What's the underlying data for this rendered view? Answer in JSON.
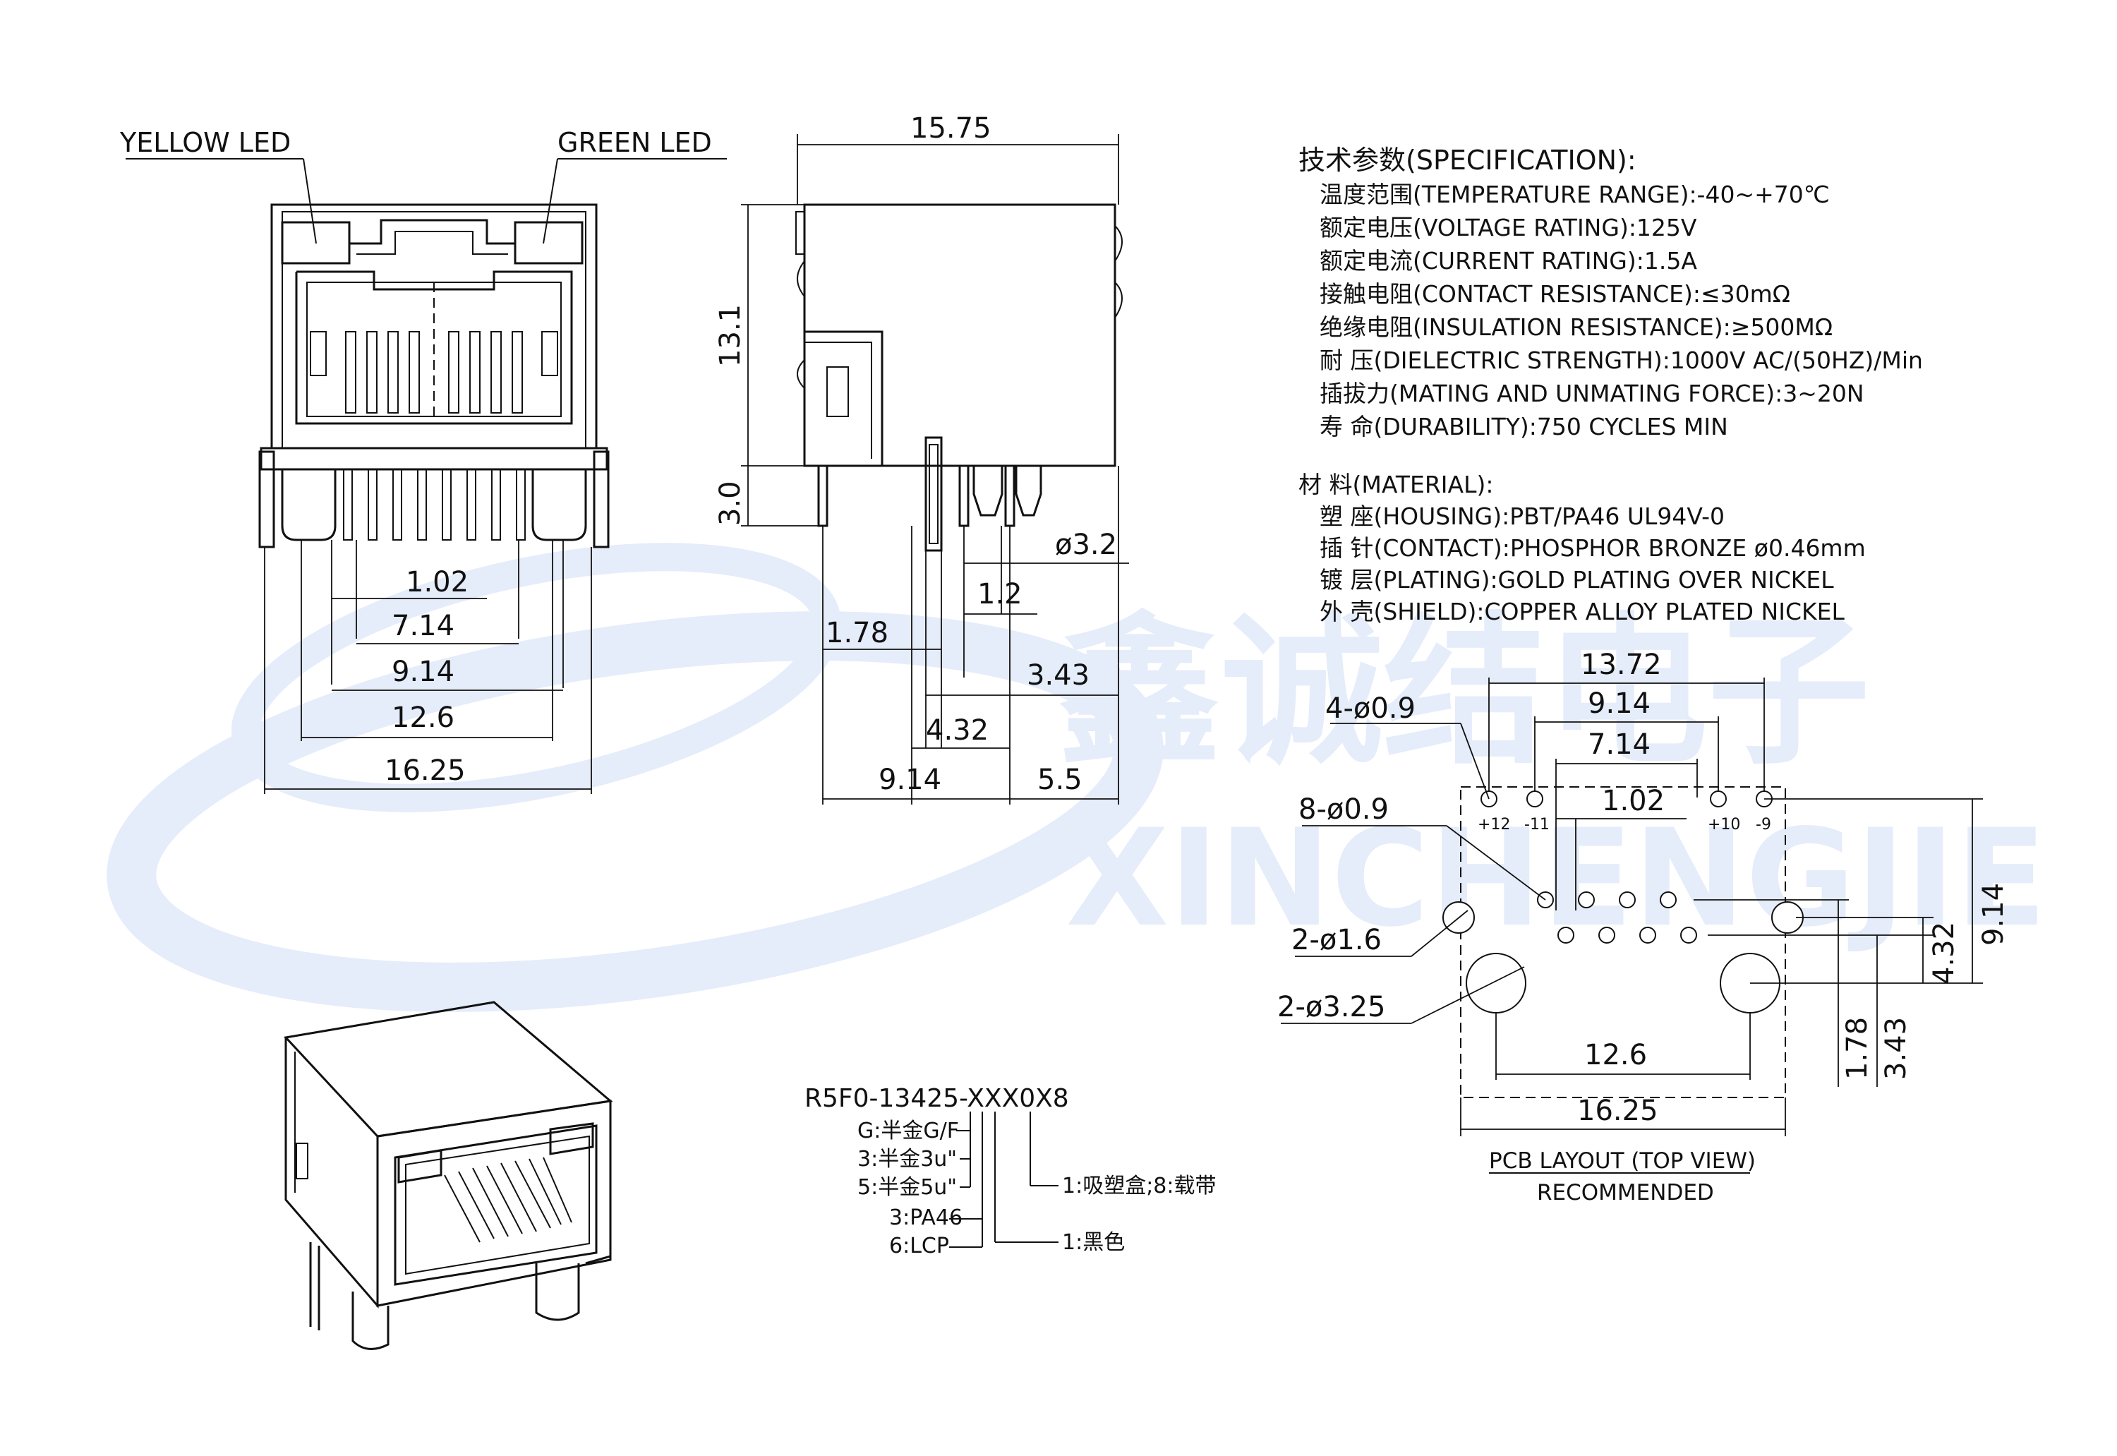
{
  "labels": {
    "yellow_led": "YELLOW LED",
    "green_led": "GREEN LED"
  },
  "front_view": {
    "dims": [
      "1.02",
      "7.14",
      "9.14",
      "12.6",
      "16.25"
    ]
  },
  "side_view": {
    "dims": {
      "width": "15.75",
      "height": "13.1",
      "pin_length": "3.0",
      "hole_dia": "ø3.2",
      "d1_2": "1.2",
      "d1_78": "1.78",
      "d3_43": "3.43",
      "d4_32": "4.32",
      "d9_14": "9.14",
      "d5_5": "5.5"
    }
  },
  "specification": {
    "heading": "技术参数(SPECIFICATION):",
    "rows": [
      "温度范围(TEMPERATURE RANGE):-40~+70℃",
      "额定电压(VOLTAGE RATING):125V",
      "额定电流(CURRENT RATING):1.5A",
      "接触电阻(CONTACT RESISTANCE):≤30mΩ",
      "绝缘电阻(INSULATION RESISTANCE):≥500MΩ",
      "耐  压(DIELECTRIC STRENGTH):1000V AC/(50HZ)/Min",
      "插拔力(MATING AND UNMATING FORCE):3~20N",
      "寿  命(DURABILITY):750 CYCLES MIN"
    ]
  },
  "material": {
    "heading": "材 料(MATERIAL):",
    "rows": [
      "塑  座(HOUSING):PBT/PA46 UL94V-0",
      "插  针(CONTACT):PHOSPHOR BRONZE ø0.46mm",
      "镀  层(PLATING):GOLD PLATING OVER NICKEL",
      "外  壳(SHIELD):COPPER ALLOY PLATED NICKEL"
    ]
  },
  "watermark": {
    "cn": "鑫诚结电子",
    "en": "XINCHENGJIE"
  },
  "pcb_layout": {
    "dims": {
      "d13_72": "13.72",
      "d9_14": "9.14",
      "d7_14": "7.14",
      "d1_02": "1.02",
      "holes4": "4-ø0.9",
      "holes8": "8-ø0.9",
      "holes2_small": "2-ø1.6",
      "holes2_big": "2-ø3.25",
      "d12_6": "12.6",
      "d16_25": "16.25",
      "v9_14": "9.14",
      "v4_32": "4.32",
      "v3_43": "3.43",
      "v1_78": "1.78"
    },
    "pin_labels": [
      "+12",
      "-11",
      "+10",
      "-9"
    ],
    "title": "PCB LAYOUT (TOP VIEW)",
    "subtitle": "RECOMMENDED"
  },
  "part_number": {
    "code": "R5F0-13425-XXX0X8",
    "options": {
      "plating_g": "G:半金G/F",
      "plating_3": "3:半金3u\"",
      "plating_5": "5:半金5u\"",
      "material_3": "3:PA46",
      "material_6": "6:LCP",
      "packing": "1:吸塑盒;8:载带",
      "color": "1:黑色"
    }
  }
}
